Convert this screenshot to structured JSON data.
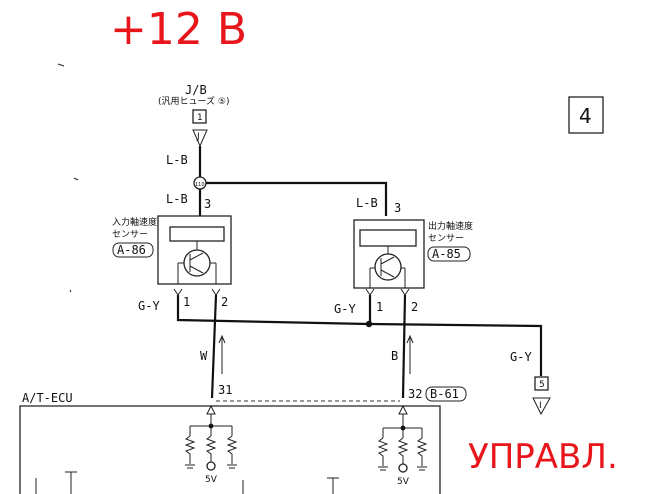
{
  "annotations": {
    "top_left": "+12 В",
    "bottom_right": "УПРАВЛ."
  },
  "page_number": "4",
  "fuse": {
    "title": "J/B",
    "subtitle": "(汎用ヒューズ ⑤)",
    "box_number": "1",
    "connector_letter": "J"
  },
  "wires": {
    "lb_top": "L-B",
    "lb_left": "L-B",
    "lb_right": "L-B",
    "gy_left": "G-Y",
    "gy_mid": "G-Y",
    "gy_right": "G-Y",
    "w": "W",
    "b": "B"
  },
  "splice": {
    "label": "110"
  },
  "sensor_input": {
    "name_line1": "入力軸速度",
    "name_line2": "センサー",
    "code": "A-86",
    "pin_power": "3",
    "pin_left": "1",
    "pin_right": "2"
  },
  "sensor_output": {
    "name_line1": "出力軸速度",
    "name_line2": "センサー",
    "code": "A-85",
    "pin_power": "3",
    "pin_left": "1",
    "pin_right": "2"
  },
  "ground": {
    "box_number": "5",
    "letter": "I"
  },
  "ecu": {
    "title": "A/T-ECU",
    "pin_left": "31",
    "pin_right": "32",
    "connector_code": "B-61",
    "voltage_left": "5V",
    "voltage_right": "5V"
  }
}
